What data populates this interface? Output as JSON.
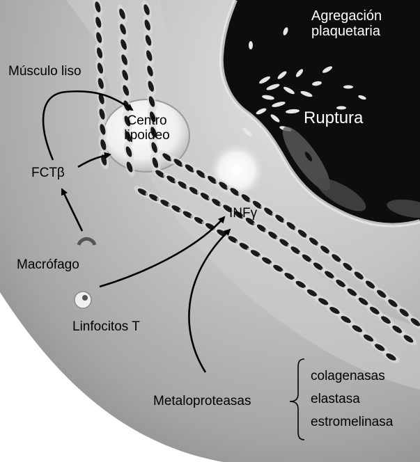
{
  "labels": {
    "agregacion_line1": "Agregación",
    "agregacion_line2": "plaquetaria",
    "ruptura": "Ruptura",
    "musculo_liso": "Músculo liso",
    "centro_line1": "Centro",
    "centro_line2": "lipoideo",
    "fct": "FCTβ",
    "inf": "INFγ",
    "macrofago": "Macrófago",
    "linfocitos": "Linfocitos T",
    "metaloproteasas": "Metaloproteasas",
    "colagenasas": "colagenasas",
    "elastasa": "elastasa",
    "estromelinasa": "estromelinasa"
  },
  "colors": {
    "tissue_light": "#d8d8d8",
    "tissue_mid": "#a8a8a8",
    "lumen": "#0d0d0d",
    "cell_dark": "#1a1a1a",
    "arrow": "#000000"
  },
  "icons": [
    "arrow",
    "brace",
    "macrophage-cell",
    "lymphocyte-cell"
  ]
}
